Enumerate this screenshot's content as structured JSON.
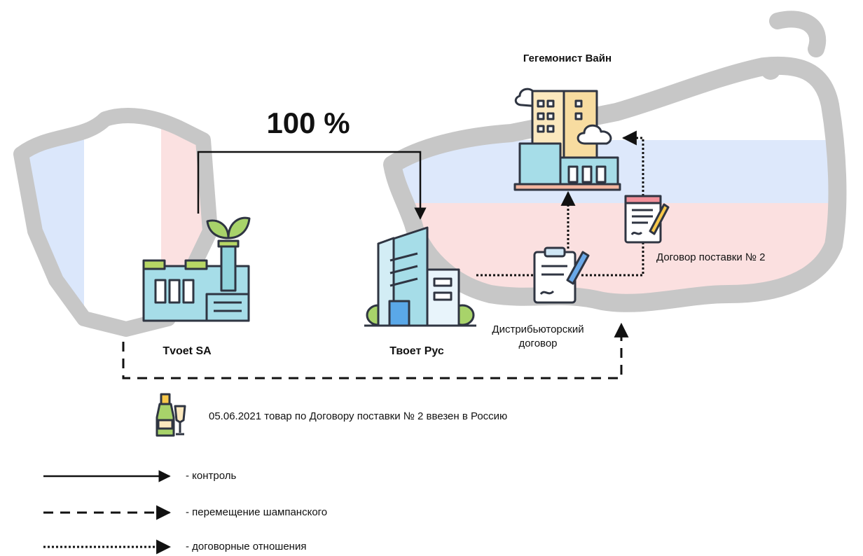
{
  "nodes": {
    "hegemonist": {
      "name": "Гегемонист Вайн"
    },
    "tvoet_sa": {
      "name": "Tvoet SA"
    },
    "tvoet_rus": {
      "name": "Твоет Рус"
    }
  },
  "edges": {
    "control_share": "100 %",
    "distribution_contract": [
      "Дистрибьюторский",
      "договор"
    ],
    "supply_contract": "Договор поставки № 2"
  },
  "note": "05.06.2021 товар по Договору поставки № 2 ввезен в Россию",
  "legend": {
    "control": "- контроль",
    "movement": "- перемещение шампанского",
    "contract": "- договорные отношения"
  },
  "icons": [
    "factory-icon",
    "office-building-icon",
    "skyscraper-icon",
    "contract-pen-icon",
    "signed-document-icon",
    "champagne-icon"
  ],
  "colors": {
    "france_blue": "#dbe7fb",
    "france_red": "#fbe1e1",
    "russia_blue": "#dde8fb",
    "russia_red": "#fbe0e0",
    "map_outline": "#c7c7c7",
    "line": "#111111"
  }
}
